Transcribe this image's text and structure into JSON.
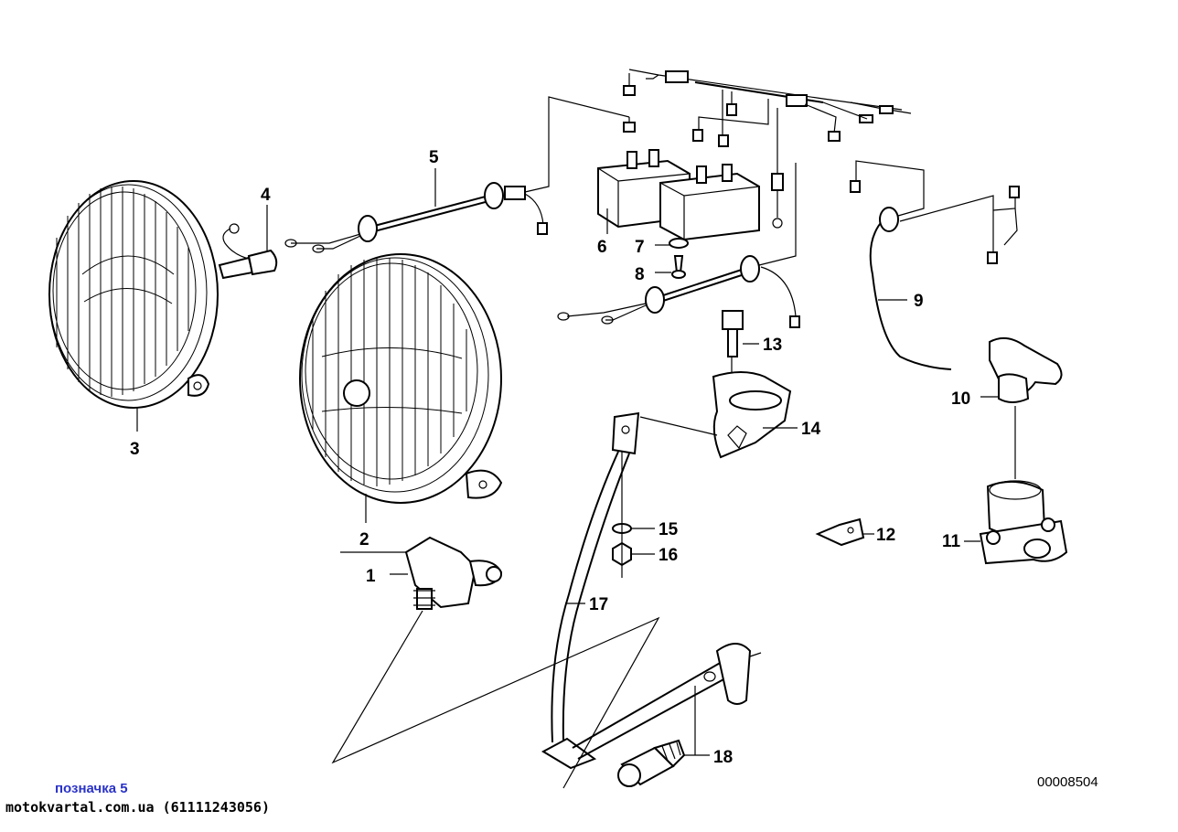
{
  "diagram": {
    "callouts": [
      "1",
      "2",
      "3",
      "4",
      "5",
      "6",
      "7",
      "8",
      "9",
      "10",
      "11",
      "12",
      "13",
      "14",
      "15",
      "16",
      "17",
      "18"
    ],
    "drawing_number": "00008504"
  },
  "footer": {
    "badge": "позначка 5",
    "site": "motokvartal.com.ua (61111243056)"
  }
}
